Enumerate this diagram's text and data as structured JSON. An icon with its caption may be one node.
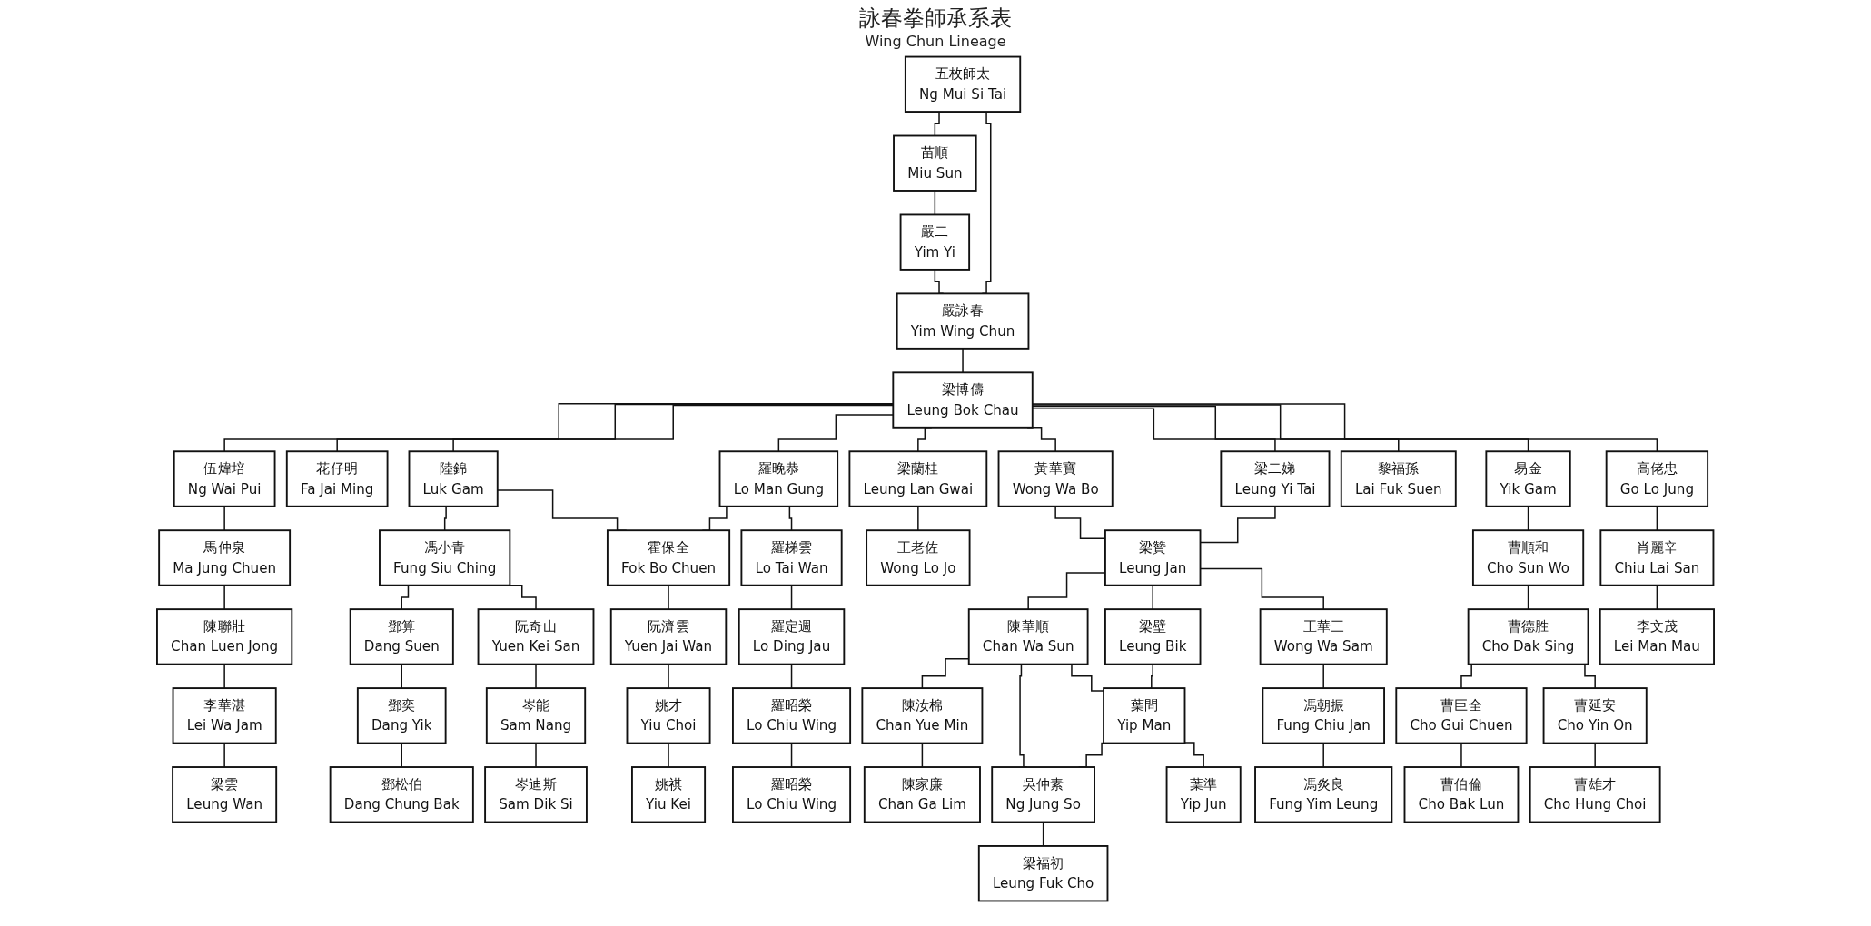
{
  "diagram": {
    "title": "詠春拳師承系表",
    "labels": [
      "Wing Chun Lineage"
    ],
    "nodes": [
      {
        "text": [
          "五枚師太",
          "Ng Mui Si Tai"
        ]
      },
      {
        "text": [
          "苗順",
          "Miu Sun"
        ]
      },
      {
        "text": [
          "嚴二",
          "Yim Yi"
        ]
      },
      {
        "text": [
          "嚴詠春",
          "Yim Wing Chun"
        ]
      },
      {
        "text": [
          "梁博儔",
          "Leung Bok Chau"
        ]
      },
      {
        "text": [
          "伍煒培",
          "Ng Wai Pui"
        ]
      },
      {
        "text": [
          "花仔明",
          "Fa Jai Ming"
        ]
      },
      {
        "text": [
          "陸錦",
          "Luk Gam"
        ]
      },
      {
        "text": [
          "羅晚恭",
          "Lo Man Gung"
        ]
      },
      {
        "text": [
          "梁蘭桂",
          "Leung Lan Gwai"
        ]
      },
      {
        "text": [
          "黃華寶",
          "Wong Wa Bo"
        ]
      },
      {
        "text": [
          "梁二娣",
          "Leung Yi Tai"
        ]
      },
      {
        "text": [
          "黎福孫",
          "Lai Fuk Suen"
        ]
      },
      {
        "text": [
          "易金",
          "Yik Gam"
        ]
      },
      {
        "text": [
          "高佬忠",
          "Go Lo Jung"
        ]
      },
      {
        "text": [
          "馬仲泉",
          "Ma Jung Chuen"
        ]
      },
      {
        "text": [
          "馮小青",
          "Fung Siu Ching"
        ]
      },
      {
        "text": [
          "霍保全",
          "Fok Bo Chuen"
        ]
      },
      {
        "text": [
          "羅梯雲",
          "Lo Tai Wan"
        ]
      },
      {
        "text": [
          "王老佐",
          "Wong Lo Jo"
        ]
      },
      {
        "text": [
          "梁贊",
          "Leung Jan"
        ]
      },
      {
        "text": [
          "曹順和",
          "Cho Sun Wo"
        ]
      },
      {
        "text": [
          "肖麗辛",
          "Chiu Lai San"
        ]
      },
      {
        "text": [
          "陳聯壯",
          "Chan Luen Jong"
        ]
      },
      {
        "text": [
          "鄧算",
          "Dang Suen"
        ]
      },
      {
        "text": [
          "阮奇山",
          "Yuen Kei San"
        ]
      },
      {
        "text": [
          "阮濟雲",
          "Yuen Jai Wan"
        ]
      },
      {
        "text": [
          "羅定週",
          "Lo Ding Jau"
        ]
      },
      {
        "text": [
          "陳華順",
          "Chan Wa Sun"
        ]
      },
      {
        "text": [
          "梁壁",
          "Leung Bik"
        ]
      },
      {
        "text": [
          "王華三",
          "Wong Wa Sam"
        ]
      },
      {
        "text": [
          "曹德胜",
          "Cho Dak Sing"
        ]
      },
      {
        "text": [
          "李文茂",
          "Lei Man Mau"
        ]
      },
      {
        "text": [
          "李華湛",
          "Lei Wa Jam"
        ]
      },
      {
        "text": [
          "鄧奕",
          "Dang Yik"
        ]
      },
      {
        "text": [
          "岑能",
          "Sam Nang"
        ]
      },
      {
        "text": [
          "姚才",
          "Yiu Choi"
        ]
      },
      {
        "text": [
          "羅昭榮",
          "Lo Chiu Wing"
        ]
      },
      {
        "text": [
          "陳汝棉",
          "Chan Yue Min"
        ]
      },
      {
        "text": [
          "吳仲素",
          "Ng Jung So"
        ]
      },
      {
        "text": [
          "葉問",
          "Yip Man"
        ]
      },
      {
        "text": [
          "馮朝振",
          "Fung Chiu Jan"
        ]
      },
      {
        "text": [
          "曹巨全",
          "Cho Gui Chuen"
        ]
      },
      {
        "text": [
          "曹延安",
          "Cho Yin On"
        ]
      },
      {
        "text": [
          "梁雲",
          "Leung Wan"
        ]
      },
      {
        "text": [
          "鄧松伯",
          "Dang Chung Bak"
        ]
      },
      {
        "text": [
          "岑迪斯",
          "Sam Dik Si"
        ]
      },
      {
        "text": [
          "姚祺",
          "Yiu Kei"
        ]
      },
      {
        "text": [
          "羅昭榮",
          "Lo Chiu Wing"
        ]
      },
      {
        "text": [
          "陳家廉",
          "Chan Ga Lim"
        ]
      },
      {
        "text": [
          "梁福初",
          "Leung Fuk Cho"
        ]
      },
      {
        "text": [
          "葉準",
          "Yip Jun"
        ]
      },
      {
        "text": [
          "馮炎良",
          "Fung Yim Leung"
        ]
      },
      {
        "text": [
          "曹伯倫",
          "Cho Bak Lun"
        ]
      },
      {
        "text": [
          "曹雄才",
          "Cho Hung Choi"
        ]
      }
    ],
    "edges": [
      {
        "from": 0,
        "to": 1,
        "arrow": "none"
      },
      {
        "from": 1,
        "to": 2,
        "arrow": "none"
      },
      {
        "from": 0,
        "to": 3,
        "arrow": "none"
      },
      {
        "from": 2,
        "to": 3,
        "arrow": "none"
      },
      {
        "from": 3,
        "to": 4,
        "arrow": "none"
      },
      {
        "from": 4,
        "to": 5,
        "arrow": "none"
      },
      {
        "from": 4,
        "to": 6,
        "arrow": "none"
      },
      {
        "from": 4,
        "to": 7,
        "arrow": "none"
      },
      {
        "from": 4,
        "to": 8,
        "arrow": "none"
      },
      {
        "from": 4,
        "to": 9,
        "arrow": "none"
      },
      {
        "from": 4,
        "to": 10,
        "arrow": "none"
      },
      {
        "from": 4,
        "to": 11,
        "arrow": "none"
      },
      {
        "from": 4,
        "to": 12,
        "arrow": "none"
      },
      {
        "from": 4,
        "to": 13,
        "arrow": "none"
      },
      {
        "from": 4,
        "to": 14,
        "arrow": "none"
      },
      {
        "from": 5,
        "to": 15,
        "arrow": "none"
      },
      {
        "from": 7,
        "to": 16,
        "arrow": "none"
      },
      {
        "from": 7,
        "to": 17,
        "arrow": "none"
      },
      {
        "from": 8,
        "to": 17,
        "arrow": "none"
      },
      {
        "from": 8,
        "to": 18,
        "arrow": "none"
      },
      {
        "from": 9,
        "to": 19,
        "arrow": "none"
      },
      {
        "from": 10,
        "to": 20,
        "arrow": "none"
      },
      {
        "from": 11,
        "to": 20,
        "arrow": "none"
      },
      {
        "from": 13,
        "to": 21,
        "arrow": "none"
      },
      {
        "from": 14,
        "to": 22,
        "arrow": "none"
      },
      {
        "from": 15,
        "to": 23,
        "arrow": "none"
      },
      {
        "from": 16,
        "to": 24,
        "arrow": "none"
      },
      {
        "from": 16,
        "to": 25,
        "arrow": "none"
      },
      {
        "from": 17,
        "to": 26,
        "arrow": "none"
      },
      {
        "from": 18,
        "to": 27,
        "arrow": "none"
      },
      {
        "from": 20,
        "to": 28,
        "arrow": "none"
      },
      {
        "from": 20,
        "to": 29,
        "arrow": "none"
      },
      {
        "from": 20,
        "to": 30,
        "arrow": "none"
      },
      {
        "from": 21,
        "to": 31,
        "arrow": "none"
      },
      {
        "from": 22,
        "to": 32,
        "arrow": "none"
      },
      {
        "from": 23,
        "to": 33,
        "arrow": "none"
      },
      {
        "from": 24,
        "to": 34,
        "arrow": "none"
      },
      {
        "from": 25,
        "to": 35,
        "arrow": "none"
      },
      {
        "from": 26,
        "to": 36,
        "arrow": "none"
      },
      {
        "from": 27,
        "to": 37,
        "arrow": "none"
      },
      {
        "from": 28,
        "to": 38,
        "arrow": "none"
      },
      {
        "from": 28,
        "to": 39,
        "arrow": "none"
      },
      {
        "from": 28,
        "to": 40,
        "arrow": "none"
      },
      {
        "from": 29,
        "to": 40,
        "arrow": "none"
      },
      {
        "from": 40,
        "to": 39,
        "arrow": "none"
      },
      {
        "from": 30,
        "to": 41,
        "arrow": "none"
      },
      {
        "from": 31,
        "to": 42,
        "arrow": "none"
      },
      {
        "from": 31,
        "to": 43,
        "arrow": "none"
      },
      {
        "from": 33,
        "to": 44,
        "arrow": "none"
      },
      {
        "from": 34,
        "to": 45,
        "arrow": "none"
      },
      {
        "from": 35,
        "to": 46,
        "arrow": "none"
      },
      {
        "from": 36,
        "to": 47,
        "arrow": "none"
      },
      {
        "from": 37,
        "to": 48,
        "arrow": "none"
      },
      {
        "from": 38,
        "to": 49,
        "arrow": "none"
      },
      {
        "from": 39,
        "to": 50,
        "arrow": "none"
      },
      {
        "from": 40,
        "to": 51,
        "arrow": "none"
      },
      {
        "from": 41,
        "to": 52,
        "arrow": "none"
      },
      {
        "from": 42,
        "to": 53,
        "arrow": "none"
      },
      {
        "from": 43,
        "to": 54,
        "arrow": "none"
      }
    ]
  }
}
